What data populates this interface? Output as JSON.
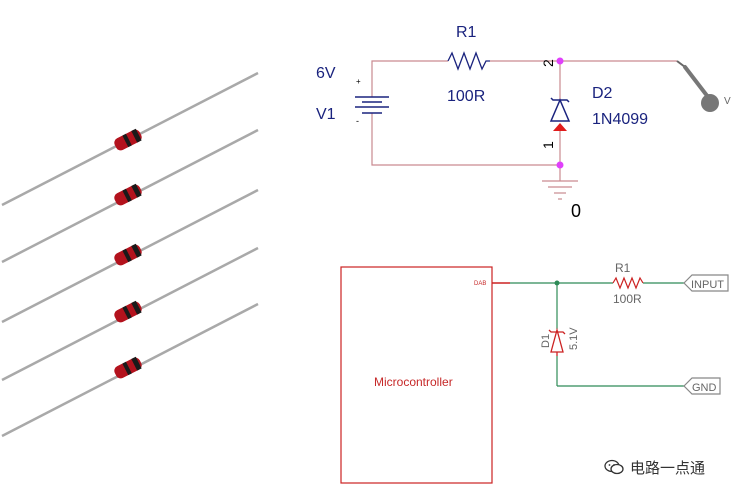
{
  "circuit1": {
    "source_value": "6V",
    "source_name": "V1",
    "resistor_name": "R1",
    "resistor_value": "100R",
    "diode_name": "D2",
    "diode_part": "1N4099",
    "node_top": "2",
    "node_bottom": "1",
    "ground_label": "0",
    "probe_label": "V",
    "plus_sign": "+",
    "minus_sign": "-"
  },
  "circuit2": {
    "mcu_label": "Microcontroller",
    "mcu_pin": "DAB",
    "resistor_name": "R1",
    "resistor_value": "100R",
    "input_label": "INPUT",
    "gnd_label": "GND",
    "diode_name": "D1",
    "diode_value": "5.1V"
  },
  "watermark": {
    "text": "电路一点通"
  },
  "colors": {
    "wire1": "#c98a90",
    "node": "#e040fb",
    "blue": "#1a237e",
    "red": "#cc2222",
    "green": "#2e8b57",
    "grey": "#777777"
  }
}
